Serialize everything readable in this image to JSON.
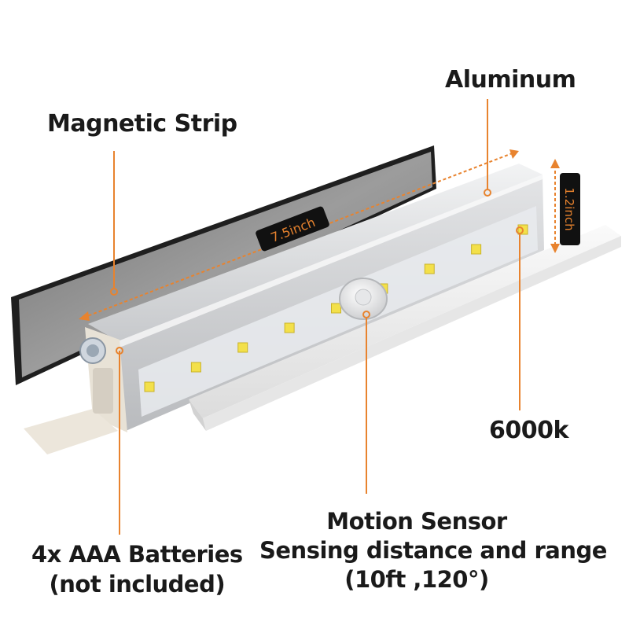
{
  "labels": {
    "magnetic_strip": "Magnetic Strip",
    "aluminum": "Aluminum",
    "length": "7.5inch",
    "height": "1.2inch",
    "color_temp": "6000k",
    "batteries_line1": "4x AAA Batteries",
    "batteries_line2": "(not included)",
    "motion_line1": "Motion Sensor",
    "motion_line2": "Sensing distance and range",
    "motion_line3": "(10ft ,120°)"
  },
  "colors": {
    "accent": "#e8832e",
    "badge_bg": "#111111",
    "text": "#1a1a1a",
    "strip": "#8f8f8f",
    "housing": "#d4d6d9",
    "led": "#f3e04a"
  },
  "led_count": 9
}
